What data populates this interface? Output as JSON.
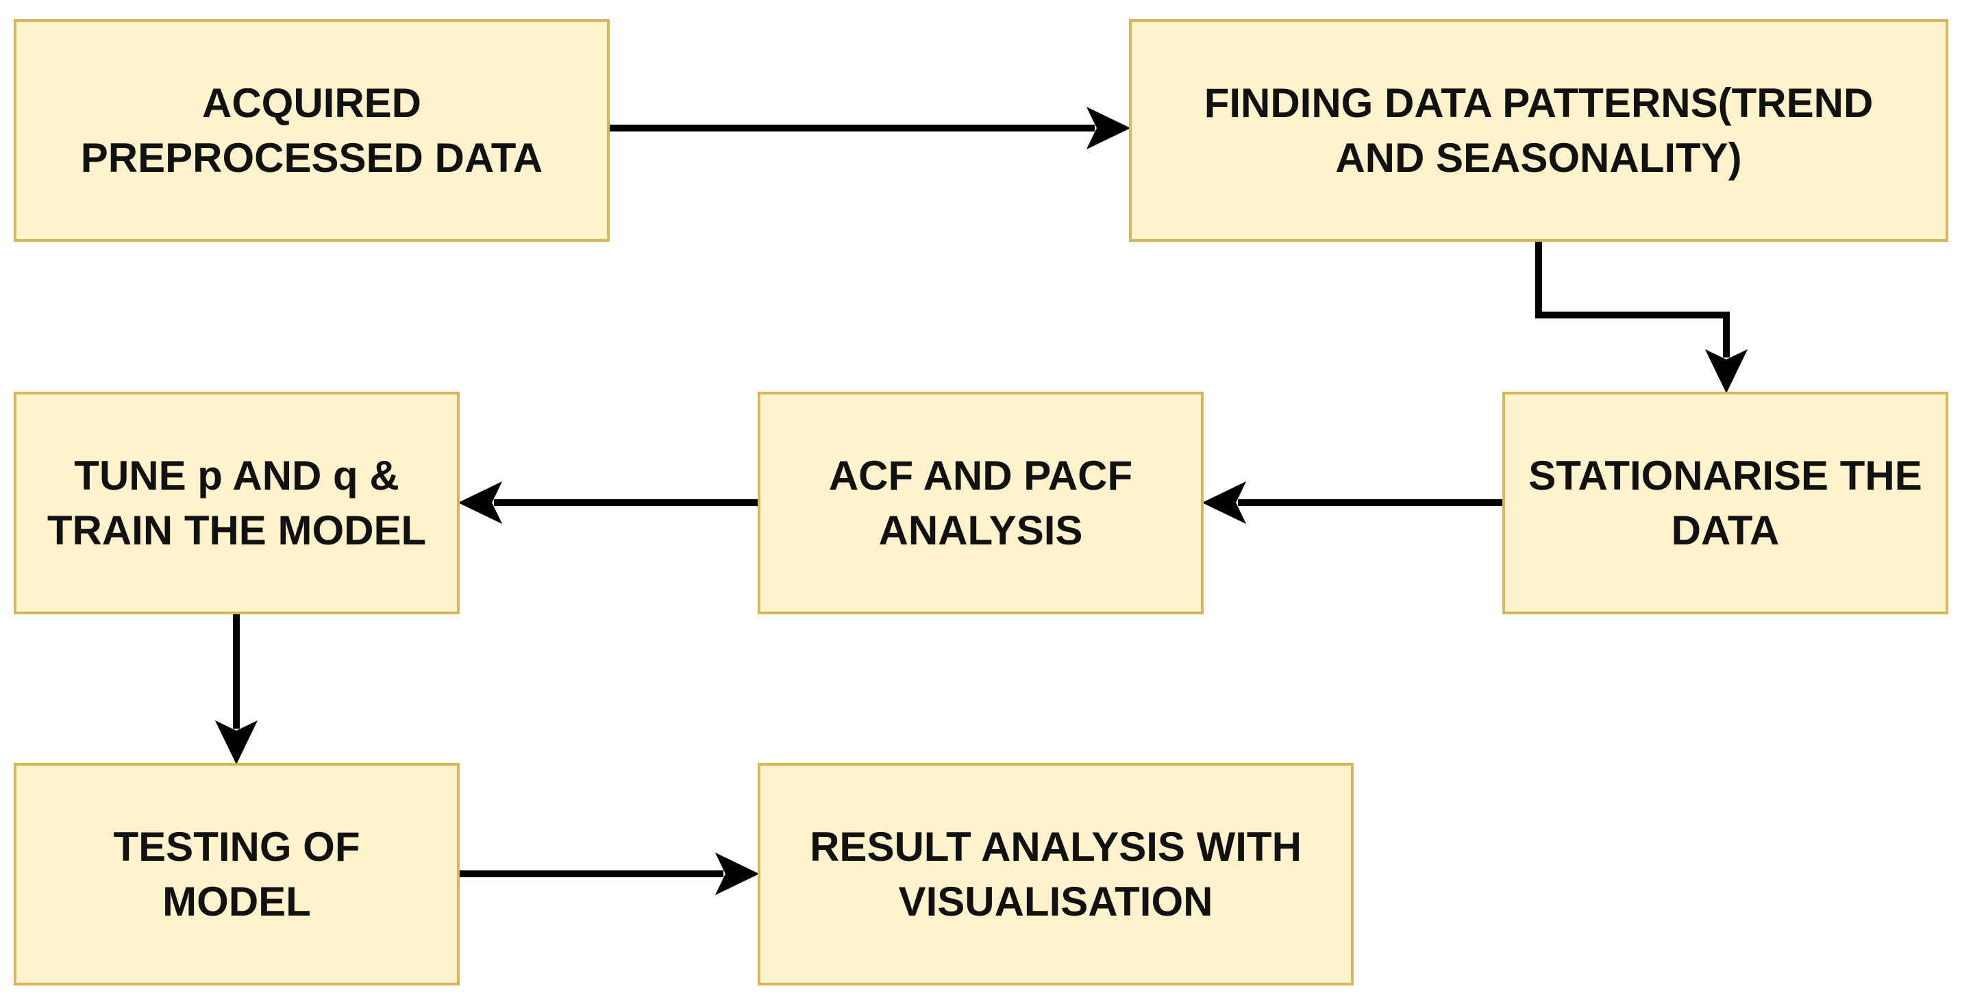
{
  "nodes": {
    "acquired": "ACQUIRED\nPREPROCESSED DATA",
    "patterns": "FINDING DATA PATTERNS(TREND\nAND SEASONALITY)",
    "stationarise": "STATIONARISE THE\nDATA",
    "acf": "ACF AND PACF\nANALYSIS",
    "tune": "TUNE p AND q &\nTRAIN THE MODEL",
    "testing": "TESTING OF\nMODEL",
    "result": "RESULT ANALYSIS WITH\nVISUALISATION"
  },
  "edges": [
    {
      "from": "acquired",
      "to": "patterns"
    },
    {
      "from": "patterns",
      "to": "stationarise"
    },
    {
      "from": "stationarise",
      "to": "acf"
    },
    {
      "from": "acf",
      "to": "tune"
    },
    {
      "from": "tune",
      "to": "testing"
    },
    {
      "from": "testing",
      "to": "result"
    }
  ],
  "colors": {
    "node_fill": "#fff2cc",
    "node_border": "#d6b656",
    "edge": "#000000",
    "text": "#111111"
  }
}
